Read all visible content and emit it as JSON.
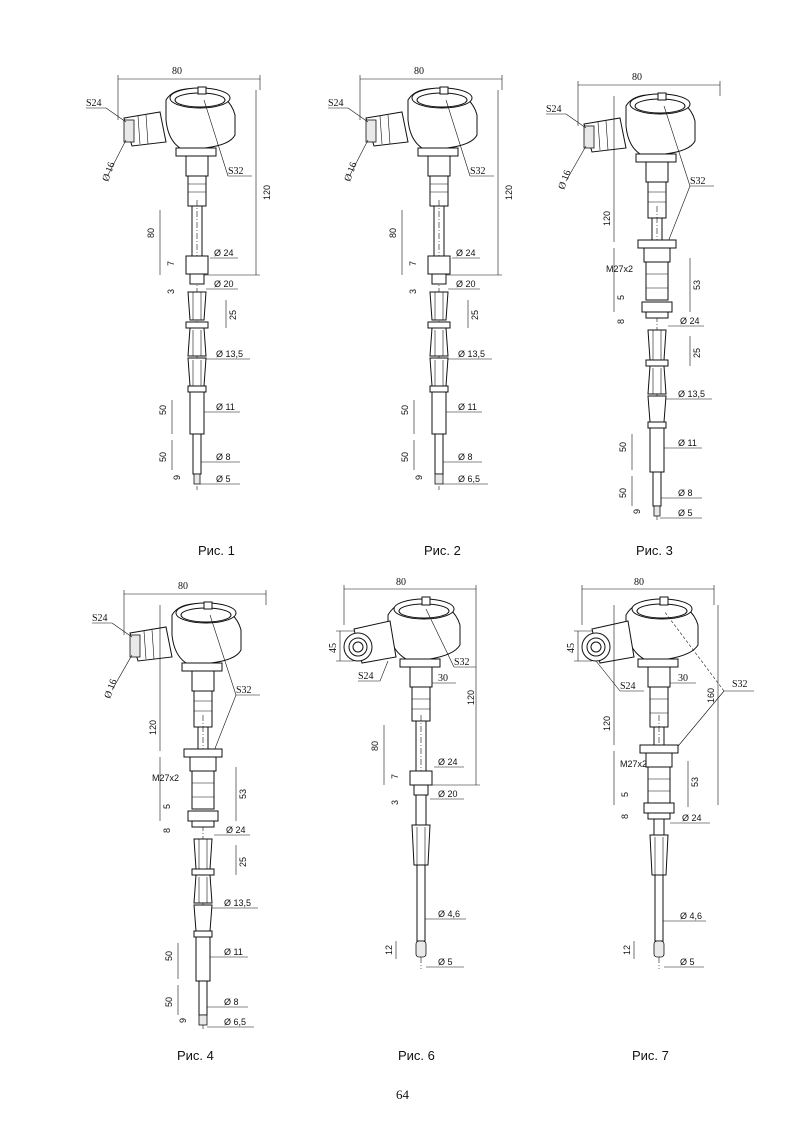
{
  "page_number": "64",
  "captions": {
    "fig1": "Рис. 1",
    "fig2": "Рис. 2",
    "fig3": "Рис. 3",
    "fig4": "Рис. 4",
    "fig6": "Рис. 6",
    "fig7": "Рис. 7"
  },
  "fig1": {
    "w80": "80",
    "s24": "S24",
    "d16": "Ø 16",
    "s32": "S32",
    "h80": "80",
    "h120": "120",
    "h7": "7",
    "d24": "Ø 24",
    "h3": "3",
    "d20": "Ø 20",
    "h25": "25",
    "d135": "Ø 13,5",
    "h50a": "50",
    "d11": "Ø 11",
    "h50b": "50",
    "d8": "Ø 8",
    "h9": "9",
    "d5": "Ø 5"
  },
  "fig2": {
    "w80": "80",
    "s24": "S24",
    "d16": "Ø 16",
    "s32": "S32",
    "h80": "80",
    "h120": "120",
    "h7": "7",
    "d24": "Ø 24",
    "h3": "3",
    "d20": "Ø 20",
    "h25": "25",
    "d135": "Ø 13,5",
    "h50a": "50",
    "d11": "Ø 11",
    "h50b": "50",
    "d8": "Ø 8",
    "h9": "9",
    "d65": "Ø 6,5"
  },
  "fig3": {
    "w80": "80",
    "s24": "S24",
    "d16": "Ø 16",
    "s32": "S32",
    "h120": "120",
    "m27": "M27x2",
    "h53": "53",
    "h5": "5",
    "h8": "8",
    "d24": "Ø 24",
    "h25": "25",
    "d135": "Ø 13,5",
    "h50a": "50",
    "d11": "Ø 11",
    "h50b": "50",
    "d8": "Ø 8",
    "h9": "9",
    "d5": "Ø 5"
  },
  "fig4": {
    "w80": "80",
    "s24": "S24",
    "d16": "Ø 16",
    "s32": "S32",
    "h120": "120",
    "m27": "M27x2",
    "h53": "53",
    "h5": "5",
    "h8": "8",
    "d24": "Ø 24",
    "h25": "25",
    "d135": "Ø 13,5",
    "h50a": "50",
    "d11": "Ø 11",
    "h50b": "50",
    "d8": "Ø 8",
    "h9": "9",
    "d65": "Ø 6,5"
  },
  "fig6": {
    "w80": "80",
    "h45": "45",
    "s32": "S32",
    "s24": "S24",
    "w30": "30",
    "h120": "120",
    "h80": "80",
    "h7": "7",
    "d24": "Ø 24",
    "h3": "3",
    "d20": "Ø 20",
    "d46": "Ø 4,6",
    "h12": "12",
    "d5": "Ø 5"
  },
  "fig7": {
    "w80": "80",
    "h45": "45",
    "s32": "S32",
    "s24": "S24",
    "w30": "30",
    "h160": "160",
    "h120": "120",
    "m27": "M27x2",
    "h53": "53",
    "h5": "5",
    "h8": "8",
    "d24": "Ø 24",
    "d46": "Ø 4,6",
    "h12": "12",
    "d5": "Ø 5"
  }
}
